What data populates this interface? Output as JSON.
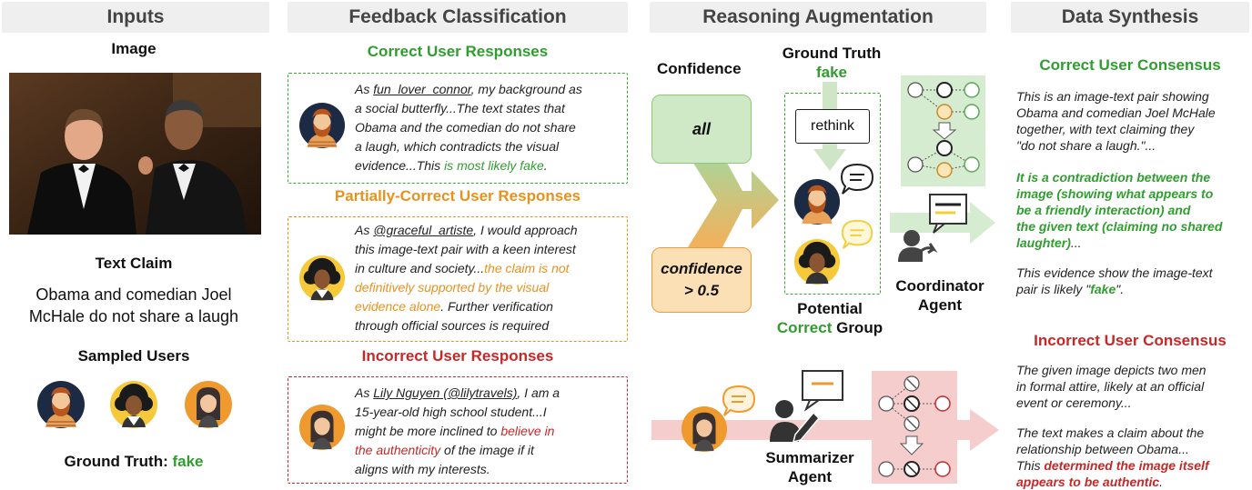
{
  "headers": {
    "inputs": "Inputs",
    "feedback": "Feedback Classification",
    "reasoning": "Reasoning Augmentation",
    "synthesis": "Data Synthesis"
  },
  "inputs": {
    "image_label": "Image",
    "text_claim_label": "Text Claim",
    "claim_line1": "Obama and comedian Joel",
    "claim_line2": "McHale do not share a laugh",
    "sampled_users_label": "Sampled Users",
    "ground_truth_label": "Ground Truth:",
    "ground_truth_value": "fake"
  },
  "feedback": {
    "correct_title": "Correct User Responses",
    "correct_l1_pre": "As ",
    "correct_l1_user": "fun_lover_connor",
    "correct_l1_post": ", my background as",
    "correct_l2": "a social butterfly...The text states that",
    "correct_l3": "Obama and the comedian do not share",
    "correct_l4": "a laugh, which contradicts the visual",
    "correct_l5_pre": "evidence...This ",
    "correct_l5_hl": "is most likely fake",
    "correct_l5_post": ".",
    "partial_title": "Partially-Correct User Responses",
    "partial_l1_pre": "As ",
    "partial_l1_user": "@graceful_artiste",
    "partial_l1_post": ", I would approach",
    "partial_l2": "this image-text pair with a keen interest",
    "partial_l3_pre": "in culture and society...",
    "partial_l3_hl": "the claim is not",
    "partial_l4_hl": "definitively supported by the visual",
    "partial_l5_hl": "evidence alone",
    "partial_l5_post": ". Further verification",
    "partial_l6": "through official sources is required",
    "incorrect_title": "Incorrect User Responses",
    "incorrect_l1_pre": "As ",
    "incorrect_l1_user": "Lily Nguyen (@lilytravels)",
    "incorrect_l1_post": ", I am a",
    "incorrect_l2": "15-year-old high school student...I",
    "incorrect_l3_pre": "might be more inclined to ",
    "incorrect_l3_hl": "believe in",
    "incorrect_l4_hl": "the authenticity",
    "incorrect_l4_post": " of the image if it",
    "incorrect_l5": "aligns with my interests."
  },
  "reasoning": {
    "confidence_label": "Confidence",
    "all_label": "all",
    "conf_line1": "confidence",
    "conf_line2": "> 0.5",
    "ground_truth_label": "Ground Truth",
    "ground_truth_value": "fake",
    "rethink_label": "rethink",
    "potential_label": "Potential",
    "correct_word": "Correct",
    "group_word": " Group",
    "coordinator_line1": "Coordinator",
    "coordinator_line2": "Agent",
    "summarizer_line1": "Summarizer",
    "summarizer_line2": "Agent"
  },
  "synthesis": {
    "correct_title": "Correct User Consensus",
    "c_p1_l1": "This is an image-text pair showing",
    "c_p1_l2": "Obama and comedian Joel McHale",
    "c_p1_l3": "together, with text claiming they",
    "c_p1_l4": "\"do not share a laugh.\"...",
    "c_p2_l1": "It is a contradiction between the",
    "c_p2_l2": "image (showing what appears to",
    "c_p2_l3": "be a friendly interaction) and",
    "c_p2_l4": "the given text (claiming no shared",
    "c_p2_l5_hl": "laughter)",
    "c_p2_l5_post": "...",
    "c_p3_l1": "This evidence show the image-text",
    "c_p3_l2_pre": "pair is likely \"",
    "c_p3_l2_hl": "fake",
    "c_p3_l2_post": "\".",
    "incorrect_title": "Incorrect User Consensus",
    "i_p1_l1": "The given image depicts two men",
    "i_p1_l2": "in formal attire, likely at an official",
    "i_p1_l3": "event or ceremony...",
    "i_p2_l1": "The text makes a claim about the",
    "i_p2_l2": "relationship between Obama...",
    "i_p2_l3_pre": "This ",
    "i_p2_l3_hl": "determined the image itself",
    "i_p2_l4_hl": "appears to be authentic",
    "i_p2_l4_post": "."
  },
  "colors": {
    "green": "#2f9e2f",
    "orange": "#e8921d",
    "red": "#c62828",
    "header_bg": "#efefef"
  }
}
